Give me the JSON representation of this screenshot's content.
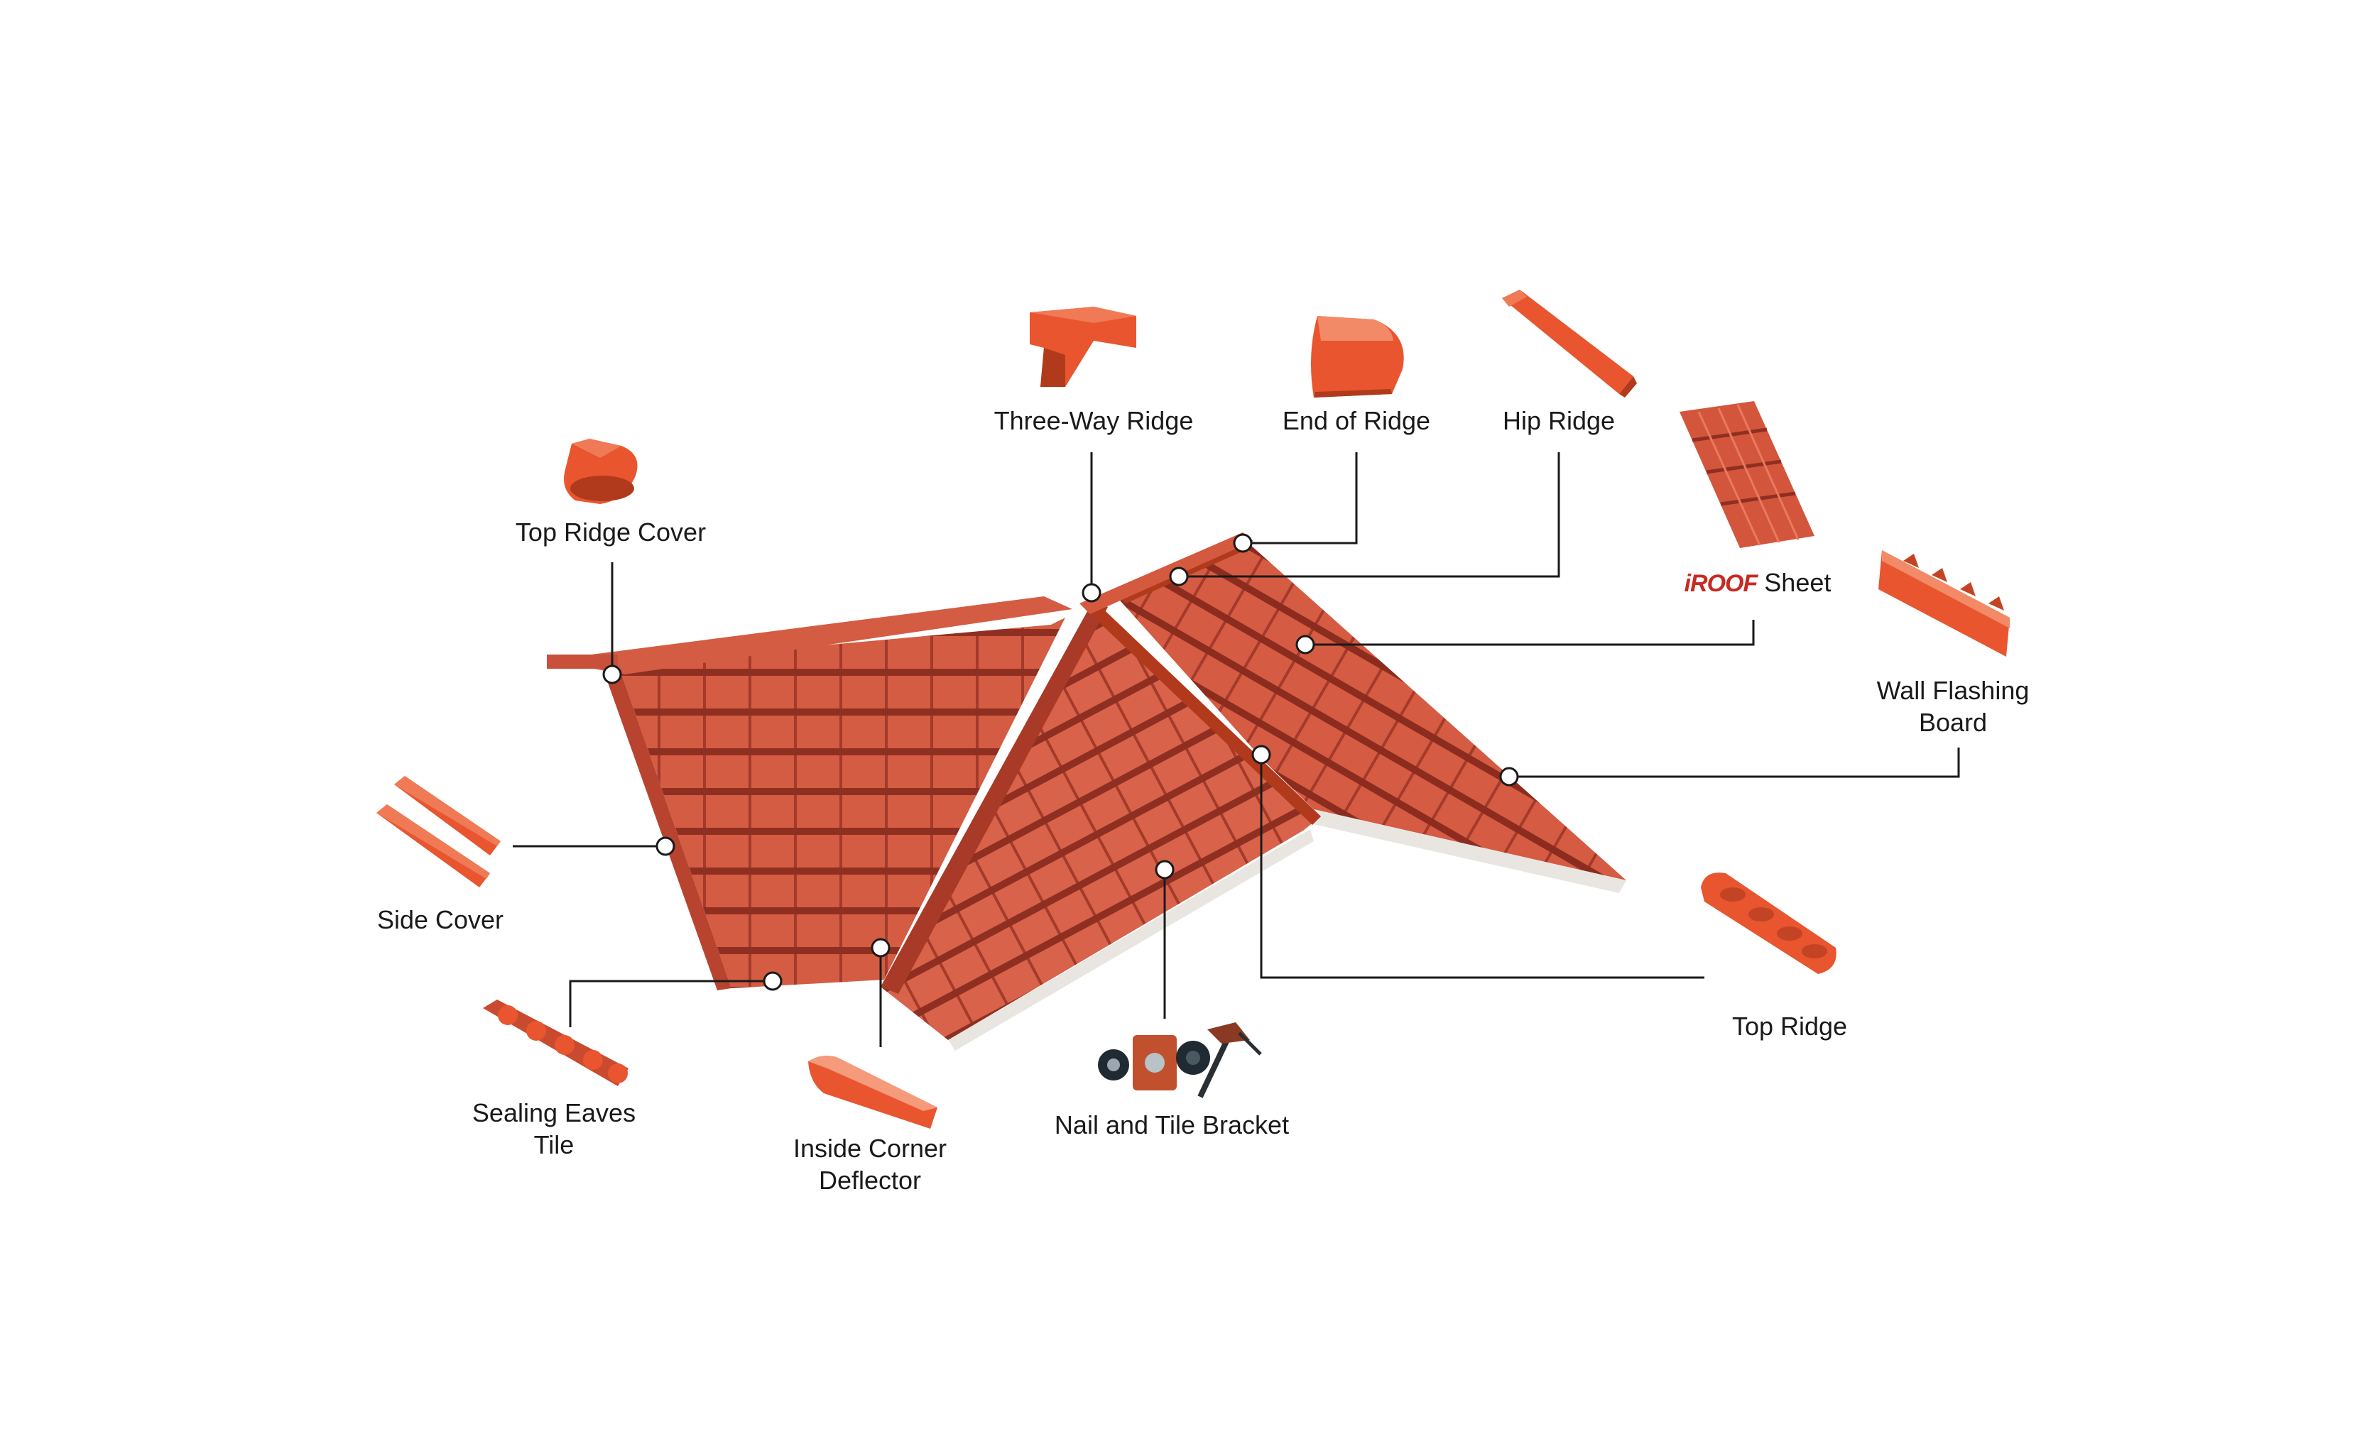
{
  "colors": {
    "tile": "#c9503a",
    "tile_light": "#e2674e",
    "tile_dark": "#8f2f22",
    "product": "#e8552f",
    "product_dark": "#b13a1c",
    "line": "#1a1a1a",
    "edge": "#e9e6e2",
    "brand": "#c72a23"
  },
  "labels": {
    "three_way_ridge": "Three-Way Ridge",
    "end_of_ridge": "End of Ridge",
    "hip_ridge": "Hip Ridge",
    "top_ridge_cover": "Top Ridge Cover",
    "iroof_brand": "iROOF",
    "iroof_sheet": "Sheet",
    "wall_flashing_line1": "Wall Flashing",
    "wall_flashing_line2": "Board",
    "side_cover": "Side Cover",
    "sealing_eaves_line1": "Sealing Eaves",
    "sealing_eaves_line2": "Tile",
    "inside_corner_line1": "Inside Corner",
    "inside_corner_line2": "Deflector",
    "nail_bracket": "Nail and Tile Bracket",
    "top_ridge": "Top Ridge"
  },
  "icons": {
    "three_way_ridge": "three-way-ridge-icon",
    "end_of_ridge": "end-of-ridge-icon",
    "hip_ridge": "hip-ridge-icon",
    "top_ridge_cover": "top-ridge-cover-icon",
    "iroof_sheet": "roof-sheet-icon",
    "wall_flashing": "wall-flashing-board-icon",
    "side_cover": "side-cover-icon",
    "sealing_eaves": "sealing-eaves-tile-icon",
    "inside_corner": "inside-corner-deflector-icon",
    "nail_bracket": "nail-and-bracket-icon",
    "top_ridge": "top-ridge-icon"
  }
}
